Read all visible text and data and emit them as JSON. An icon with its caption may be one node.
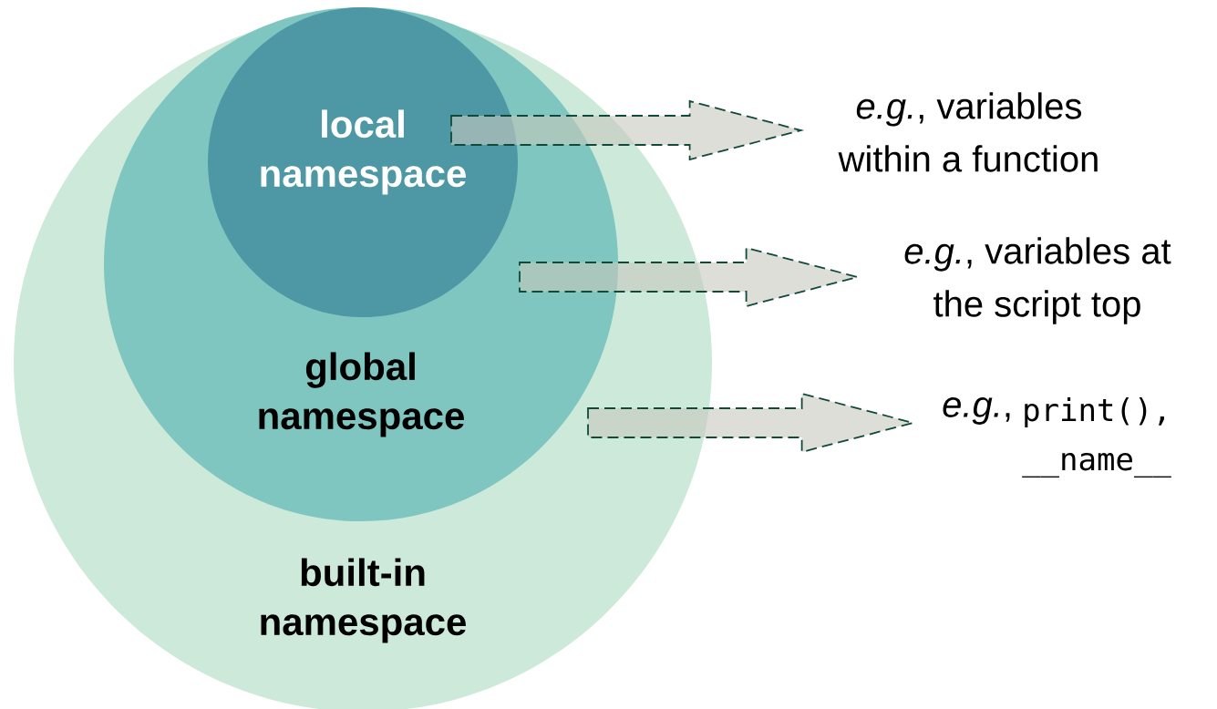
{
  "diagram": {
    "nodes": [
      {
        "text": [
          "built-in namespace"
        ]
      },
      {
        "text": [
          "global namespace"
        ],
        "in": 0
      },
      {
        "text": [
          "local namespace"
        ],
        "in": 1
      },
      {
        "text": [
          "*e.g.*, variables within a function"
        ]
      },
      {
        "text": [
          "*e.g.*, variables at the script top"
        ]
      },
      {
        "text": [
          "*e.g.*,",
          "print(), __name__"
        ]
      }
    ],
    "edges": [
      {
        "from": 2,
        "to": 3,
        "arrow": "to",
        "style": "dashed"
      },
      {
        "from": 1,
        "to": 4,
        "arrow": "to",
        "style": "dashed"
      },
      {
        "from": 0,
        "to": 5,
        "arrow": "to",
        "style": "dashed"
      }
    ]
  }
}
